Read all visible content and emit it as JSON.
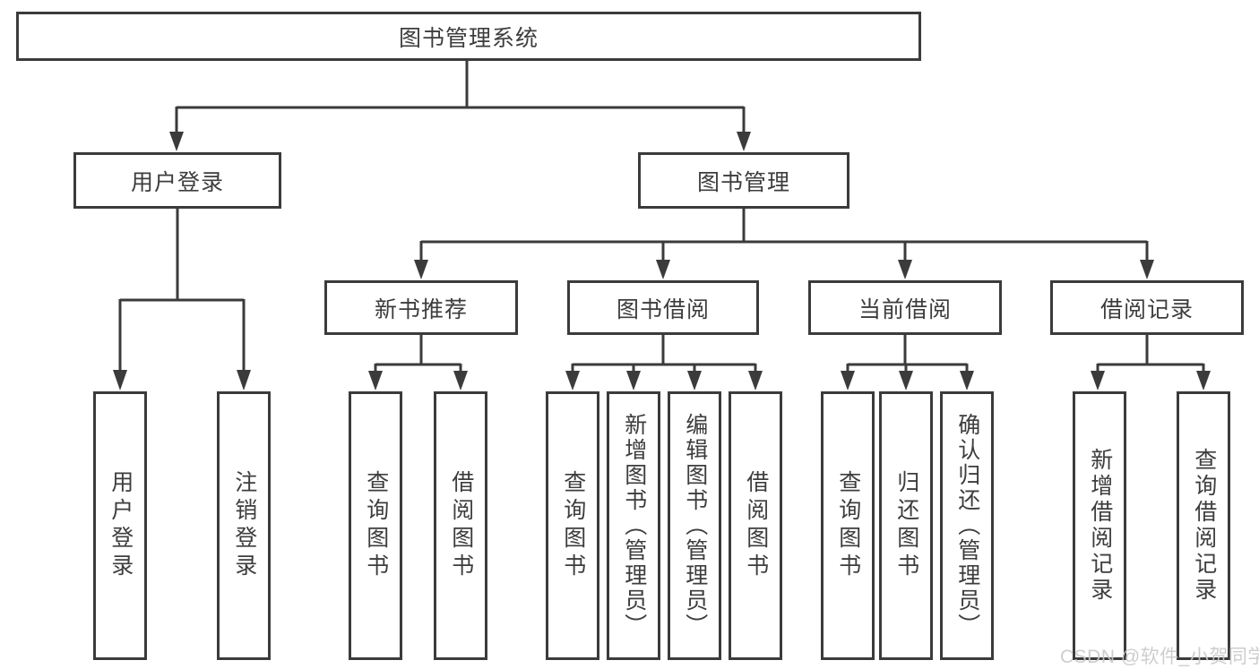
{
  "colors": {
    "line": "#3b3b3b",
    "text": "#3d3d3d",
    "background": "#ffffff",
    "watermark_text": "#c9c9c9"
  },
  "watermark": "CSDN @软件_小贺同学",
  "tree": {
    "root": {
      "label": "图书管理系统"
    },
    "level2": [
      {
        "label": "用户登录",
        "children": [
          {
            "label": "用户登录"
          },
          {
            "label": "注销登录"
          }
        ]
      },
      {
        "label": "图书管理",
        "children": [
          {
            "label": "新书推荐",
            "children": [
              {
                "label": "查询图书"
              },
              {
                "label": "借阅图书"
              }
            ]
          },
          {
            "label": "图书借阅",
            "children": [
              {
                "label": "查询图书"
              },
              {
                "label": "新增图书（管理员）"
              },
              {
                "label": "编辑图书（管理员）"
              },
              {
                "label": "借阅图书"
              }
            ]
          },
          {
            "label": "当前借阅",
            "children": [
              {
                "label": "查询图书"
              },
              {
                "label": "归还图书"
              },
              {
                "label": "确认归还（管理员）"
              }
            ]
          },
          {
            "label": "借阅记录",
            "children": [
              {
                "label": "新增借阅记录"
              },
              {
                "label": "查询借阅记录"
              }
            ]
          }
        ]
      }
    ]
  }
}
